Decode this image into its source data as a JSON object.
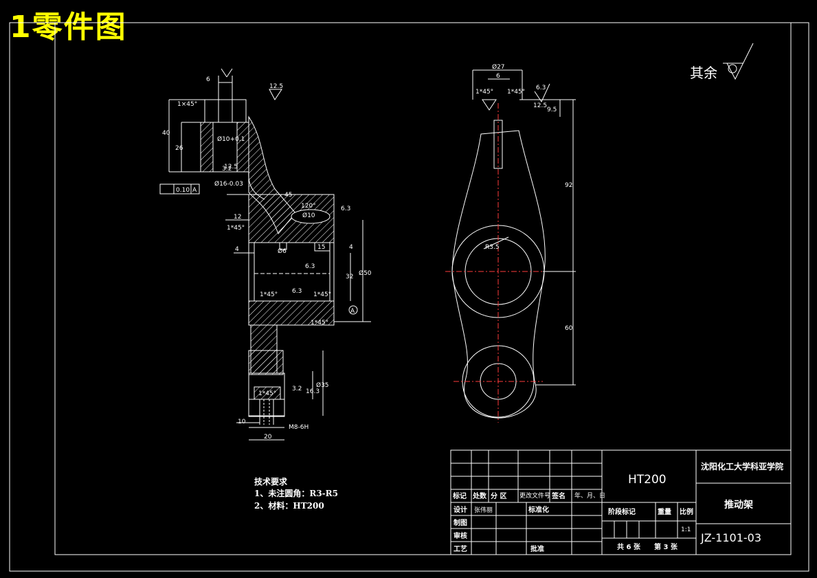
{
  "header": {
    "title": "1零件图"
  },
  "surface_note": "其余",
  "colors": {
    "background": "#000000",
    "lines": "#ffffff",
    "title": "#ffff00",
    "centerline": "#ff3b3b"
  },
  "tech_requirements": {
    "title": "技术要求",
    "items": [
      "1、未注圆角：R3-R5",
      "2、材料：HT200"
    ]
  },
  "title_block": {
    "material": "HT200",
    "school": "沈阳化工大学科亚学院",
    "part_name": "推动架",
    "drawing_no": "JZ-1101-03",
    "scale": "1:1",
    "row_labels": [
      "标记",
      "处数",
      "分 区",
      "更改文件号",
      "签名",
      "年、月、日"
    ],
    "design": "设计",
    "design_sign": "张伟丽",
    "standardize": "标准化",
    "drafting": "制图",
    "review": "审核",
    "process": "工艺",
    "approve": "批准",
    "stage_mark": "阶段标记",
    "weight": "重量",
    "ratio": "比例",
    "sheets_total": "共 6 张",
    "sheet_no": "第 3 张"
  },
  "dimensions": {
    "left": [
      "6",
      "12.5",
      "1×45°",
      "40",
      "26",
      "Ø10+0.1",
      "Ø16-0.03",
      "0.10",
      "A",
      "45",
      "120°",
      "Ø10",
      "6.3",
      "12",
      "1*45°",
      "4",
      "Ø6",
      "15",
      "4",
      "Ø50",
      "32",
      "1*45°",
      "6.3",
      "1*45°",
      "1*45°",
      "A",
      "3.2",
      "Ø35",
      "16.3",
      "1*45°",
      "10",
      "M8-6H",
      "20",
      "12.5",
      "6.3",
      "3.2"
    ],
    "right": [
      "Ø27",
      "6",
      "1*45°",
      "1*45°",
      "6.3",
      "12.5",
      "9.5",
      "92",
      "60",
      "R3.5"
    ]
  }
}
